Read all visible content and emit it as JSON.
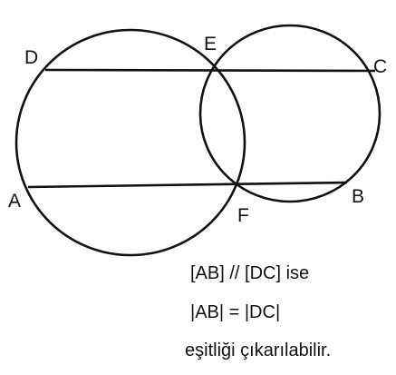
{
  "labels": {
    "D": "D",
    "E": "E",
    "C": "C",
    "A": "A",
    "F": "F",
    "B": "B"
  },
  "caption": {
    "line1": "[AB] // [DC] ise",
    "line2": "|AB| = |DC|",
    "line3": "eşitliği çıkarılabilir."
  },
  "colors": {
    "stroke": "#111111",
    "background": "#ffffff"
  }
}
